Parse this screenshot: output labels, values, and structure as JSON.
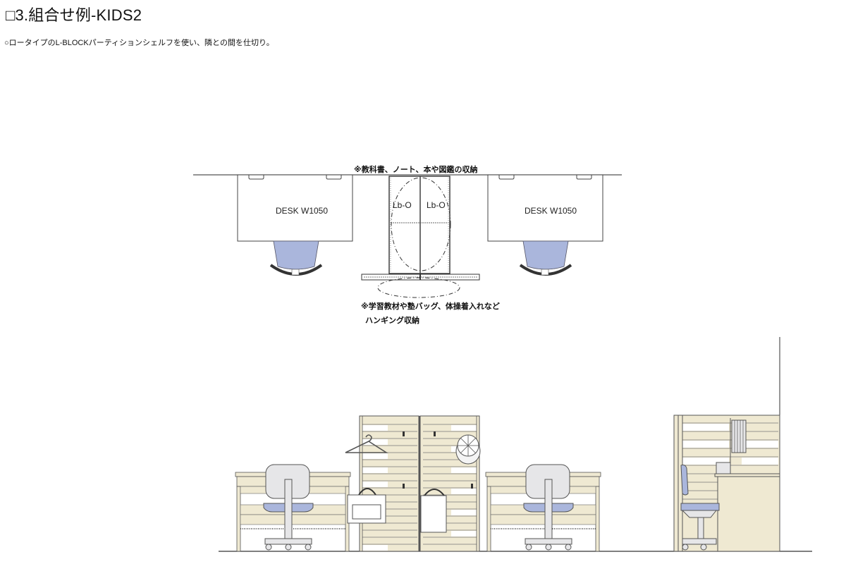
{
  "header": {
    "title": "□3.組合せ例-KIDS2",
    "subtitle": "○ロータイプのL-BLOCKパーティションシェルフを使い、隣との間を仕切り。"
  },
  "plan_view": {
    "top_note": "※教科書、ノート、本や図鑑の収納",
    "bottom_note_line1": "※学習教材や塾バッグ、体操着入れなど",
    "bottom_note_line2": "ハンギング収納",
    "desk_left_label": "DESK W1050",
    "desk_right_label": "DESK W1050",
    "shelf_left_label": "Lb-O",
    "shelf_right_label": "Lb-O"
  },
  "colors": {
    "wood": "#efe9d2",
    "chair_blue": "#aab6dc",
    "chair_gray": "#e6e6e8",
    "line": "#444444"
  }
}
